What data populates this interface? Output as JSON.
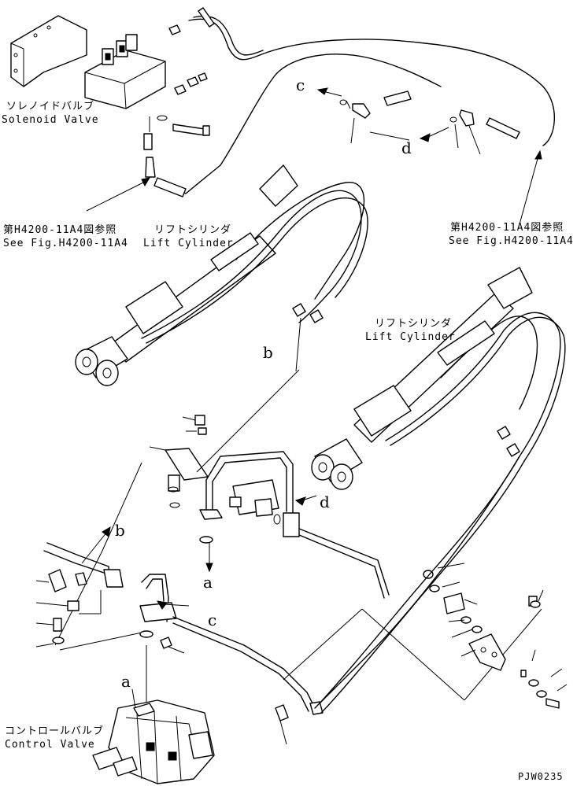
{
  "labels": {
    "solenoid_jp": "ソレノイドバルブ",
    "solenoid_en": "Solenoid Valve",
    "ref_left_jp": "第H4200-11A4図参照",
    "ref_left_en": "See Fig.H4200-11A4",
    "ref_right_jp": "第H4200-11A4図参照",
    "ref_right_en": "See Fig.H4200-11A4",
    "lift1_jp": "リフトシリンダ",
    "lift1_en": "Lift Cylinder",
    "lift2_jp": "リフトシリンダ",
    "lift2_en": "Lift Cylinder",
    "control_jp": "コントロールバルブ",
    "control_en": "Control Valve",
    "drawing_id": "PJW0235"
  },
  "callouts": {
    "c_top": "c",
    "d_top": "d",
    "b_mid": "b",
    "d_mid": "d",
    "a_mid": "a",
    "b_left": "b",
    "c_low": "c",
    "a_low": "a"
  }
}
